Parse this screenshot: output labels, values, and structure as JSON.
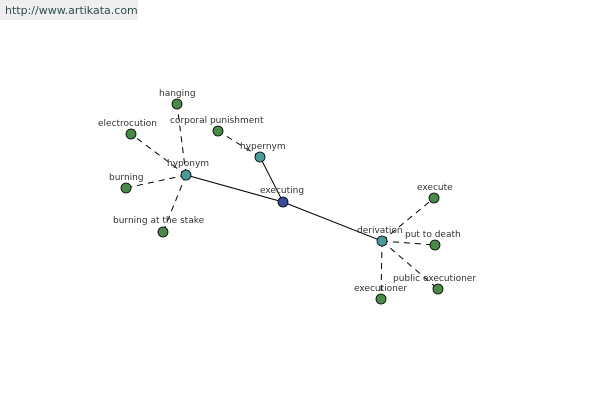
{
  "header": {
    "url": "http://www.artikata.com"
  },
  "graph": {
    "colors": {
      "center": "#3b4b9b",
      "relation": "#4a9a9a",
      "leaf": "#4a8a48"
    },
    "center": {
      "label": "executing"
    },
    "relations": {
      "hyponym": "hyponym",
      "hypernym": "hypernym",
      "derivation": "derivation"
    },
    "leaves": {
      "hanging": "hanging",
      "electrocution": "electrocution",
      "corporal_punishment": "corporal punishment",
      "burning": "burning",
      "burning_at_the_stake": "burning at the stake",
      "execute": "execute",
      "put_to_death": "put to death",
      "public_executioner": "public executioner",
      "executioner": "executioner"
    }
  }
}
